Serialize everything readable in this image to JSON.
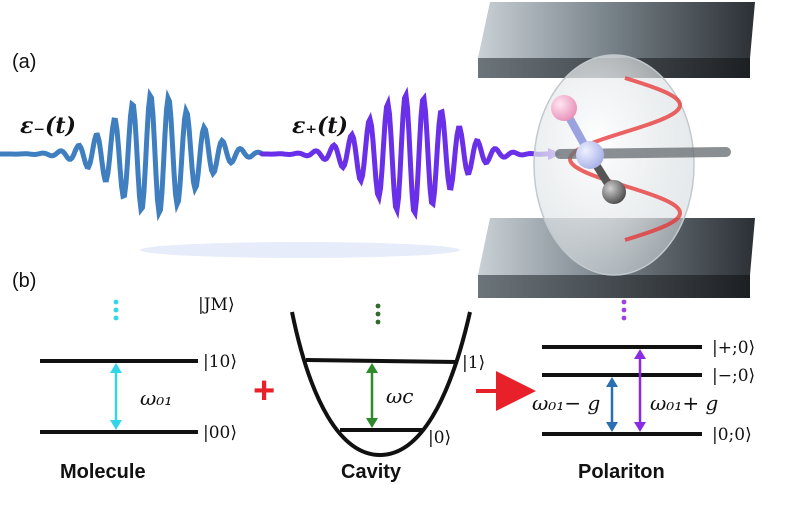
{
  "panels": {
    "a_label": "(a)",
    "b_label": "(b)"
  },
  "pulses": {
    "minus_label": "ε₋(t)",
    "plus_label": "ε₊(t)",
    "minus_color": "#3f7fc0",
    "plus_color": "#6a2fe8"
  },
  "molecule": {
    "top_label": "|JM⟩",
    "upper_ket": "|10⟩",
    "lower_ket": "|00⟩",
    "omega_label": "ω₀₁",
    "caption": "Molecule",
    "arrow_color": "#33d6e8",
    "dots_color": "#33d6e8"
  },
  "cavity": {
    "upper_ket": "|1⟩",
    "lower_ket": "|0⟩",
    "omega_label": "ωc",
    "caption": "Cavity",
    "arrow_color": "#2f8a2a",
    "dots_color": "#2f6a2a"
  },
  "polariton": {
    "plus_ket": "|+;0⟩",
    "minus_ket": "|−;0⟩",
    "ground_ket": "|0;0⟩",
    "omega_minus_label": "ω₀₁− g",
    "omega_plus_label": "ω₀₁+ g",
    "caption": "Polariton",
    "minus_arrow_color": "#2a6fb0",
    "plus_arrow_color": "#8a2be2",
    "dots_color": "#a040e0"
  },
  "operators": {
    "plus": "+",
    "plus_color": "#e8202a",
    "arrow_color": "#e8202a"
  }
}
